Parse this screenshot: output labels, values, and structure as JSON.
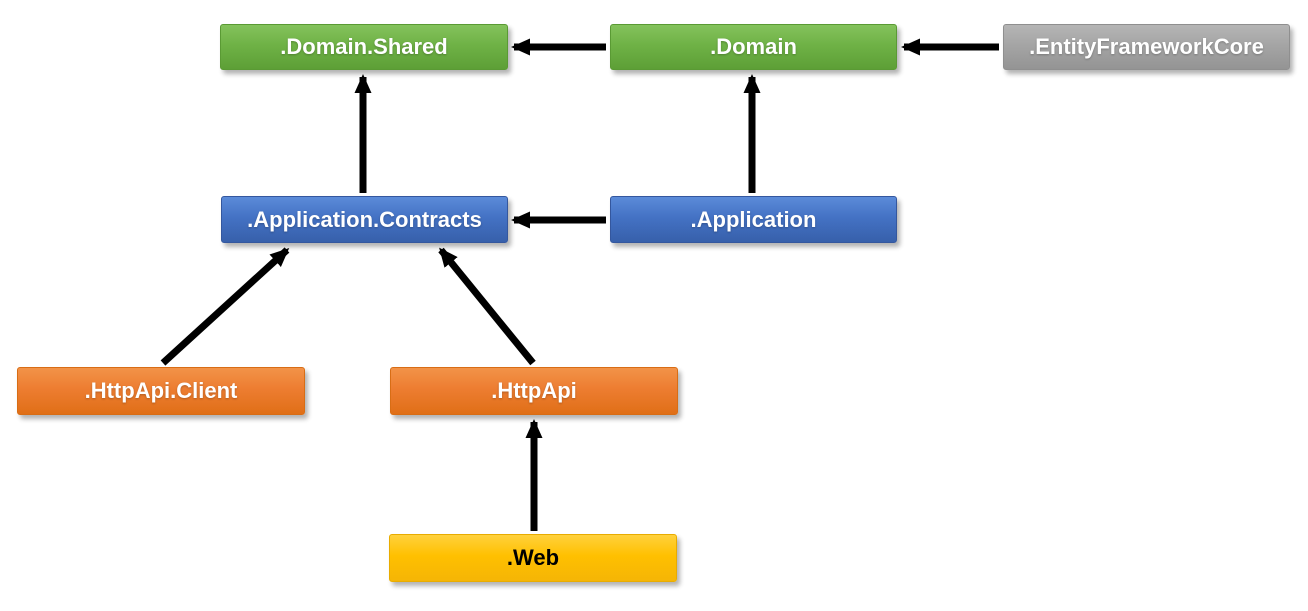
{
  "diagram": {
    "title": "",
    "background_color": "#ffffff",
    "arrow_color": "#000000",
    "palette": {
      "green": "#70AD47",
      "blue": "#4472C4",
      "orange": "#ED7D31",
      "gray": "#A5A5A5",
      "yellow": "#FFC000"
    },
    "nodes": [
      {
        "id": "domain-shared",
        "label": ".Domain.Shared",
        "color": "#70AD47",
        "text_color": "#ffffff"
      },
      {
        "id": "domain",
        "label": ".Domain",
        "color": "#70AD47",
        "text_color": "#ffffff"
      },
      {
        "id": "entityframeworkcore",
        "label": ".EntityFrameworkCore",
        "color": "#A5A5A5",
        "text_color": "#ffffff"
      },
      {
        "id": "application-contracts",
        "label": ".Application.Contracts",
        "color": "#4472C4",
        "text_color": "#ffffff"
      },
      {
        "id": "application",
        "label": ".Application",
        "color": "#4472C4",
        "text_color": "#ffffff"
      },
      {
        "id": "httpapi-client",
        "label": ".HttpApi.Client",
        "color": "#ED7D31",
        "text_color": "#ffffff"
      },
      {
        "id": "httpapi",
        "label": ".HttpApi",
        "color": "#ED7D31",
        "text_color": "#ffffff"
      },
      {
        "id": "web",
        "label": ".Web",
        "color": "#FFC000",
        "text_color": "#000000"
      }
    ],
    "edges": [
      {
        "from": "domain",
        "to": "domain-shared"
      },
      {
        "from": "entityframeworkcore",
        "to": "domain"
      },
      {
        "from": "application-contracts",
        "to": "domain-shared"
      },
      {
        "from": "application",
        "to": "domain"
      },
      {
        "from": "application",
        "to": "application-contracts"
      },
      {
        "from": "httpapi-client",
        "to": "application-contracts"
      },
      {
        "from": "httpapi",
        "to": "application-contracts"
      },
      {
        "from": "web",
        "to": "httpapi"
      }
    ]
  }
}
